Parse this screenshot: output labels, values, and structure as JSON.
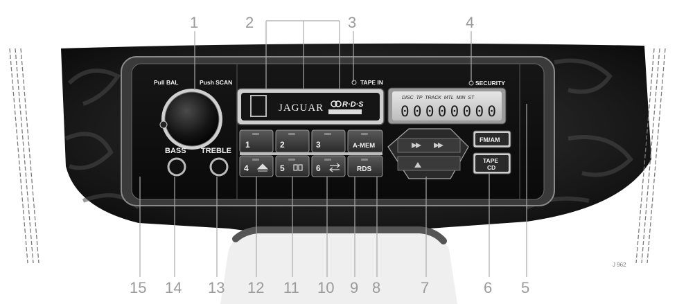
{
  "panel": {
    "knob_top_left": "Pull BAL",
    "knob_top_right": "Push SCAN",
    "bass": "BASS",
    "treble": "TREBLE",
    "tape_in": "TAPE IN",
    "security": "SECURITY",
    "brand": "JAGUAR",
    "rds_logo": "R·D·S",
    "lcd_labels": "DISC  TP  TRACK  MTL  MIN  ST",
    "lcd_digits": "00000000",
    "buttons": {
      "b1": "1",
      "b2": "2",
      "b3": "3",
      "amem": "A-MEM",
      "b4": "4",
      "b5": "5",
      "b6": "6",
      "rds": "RDS",
      "fmam": "FM/AM",
      "tape": "TAPE",
      "cd": "CD"
    }
  },
  "callouts": [
    "1",
    "2",
    "3",
    "4",
    "5",
    "6",
    "7",
    "8",
    "9",
    "10",
    "11",
    "12",
    "13",
    "14",
    "15"
  ],
  "figure_code": "J 962"
}
